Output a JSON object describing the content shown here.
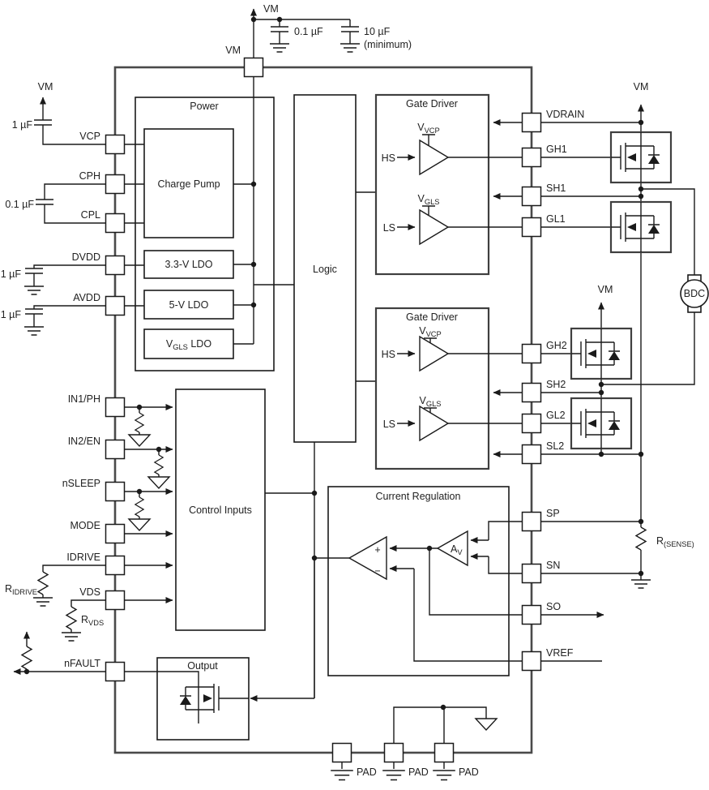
{
  "vm_label": "VM",
  "top_caps": {
    "c1": "0.1 µF",
    "c2": "10 µF",
    "c2_note": "(minimum)"
  },
  "left_caps": {
    "vcp": "1 µF",
    "cp": "0.1 µF",
    "dvdd": "1 µF",
    "avdd": "1 µF"
  },
  "pins_left": {
    "vcp": "VCP",
    "cph": "CPH",
    "cpl": "CPL",
    "dvdd": "DVDD",
    "avdd": "AVDD",
    "in1": "IN1/PH",
    "in2": "IN2/EN",
    "nsleep": "nSLEEP",
    "mode": "MODE",
    "idrive": "IDRIVE",
    "vds": "VDS",
    "nfault": "nFAULT"
  },
  "pins_right": {
    "vdrain": "VDRAIN",
    "gh1": "GH1",
    "sh1": "SH1",
    "gl1": "GL1",
    "gh2": "GH2",
    "sh2": "SH2",
    "gl2": "GL2",
    "sl2": "SL2",
    "sp": "SP",
    "sn": "SN",
    "so": "SO",
    "vref": "VREF"
  },
  "pin_pad": "PAD",
  "blocks": {
    "power": "Power",
    "charge_pump": "Charge Pump",
    "ldo_33": "3.3-V LDO",
    "ldo_5": "5-V LDO",
    "ldo_vgls_v": "V",
    "ldo_vgls_sub": "GLS",
    "ldo_vgls_rest": " LDO",
    "logic": "Logic",
    "gate_driver": "Gate Driver",
    "control_inputs": "Control Inputs",
    "current_regulation": "Current Regulation",
    "output": "Output"
  },
  "gate_driver": {
    "hs": "HS",
    "ls": "LS",
    "v": "V",
    "sub_vcp": "VCP",
    "sub_gls": "GLS"
  },
  "current_reg": {
    "a": "A",
    "sub_v": "V",
    "plus": "+",
    "minus": "−"
  },
  "resistors": {
    "r": "R",
    "sub_idrive": "IDRIVE",
    "sub_vds": "VDS",
    "sub_sense": "(SENSE)"
  },
  "motor": {
    "label": "BDC"
  },
  "colors": {
    "line": "#1a1a1a",
    "heavy_box": "#4a4a4a",
    "background": "#ffffff"
  }
}
